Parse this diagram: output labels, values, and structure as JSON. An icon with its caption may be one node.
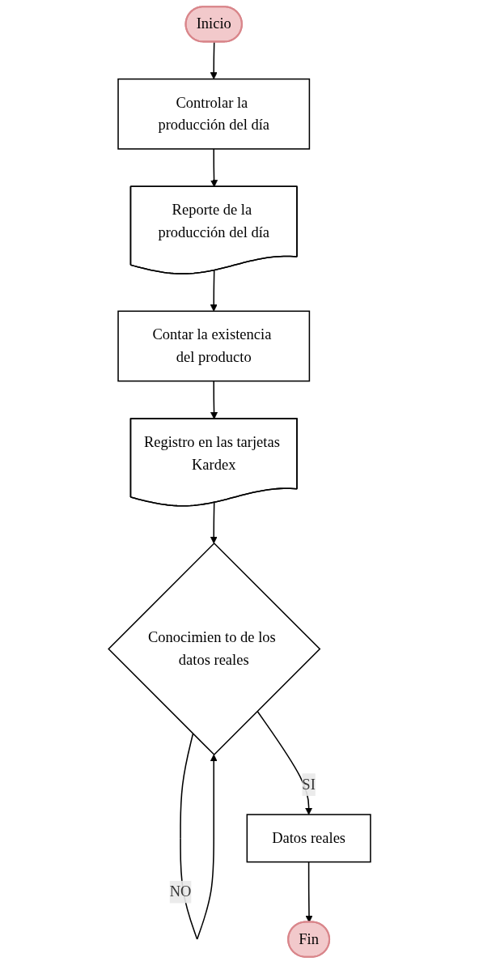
{
  "diagram": {
    "nodes": [
      {
        "text": [
          "Inicio"
        ]
      },
      {
        "text": [
          "Controlar la producción del día"
        ]
      },
      {
        "text": [
          "Reporte de la producción del día"
        ]
      },
      {
        "text": [
          "Contar la existencia del producto"
        ]
      },
      {
        "text": [
          "Registro en las tarjetas Kardex"
        ]
      },
      {
        "text": [
          "Conocimien to de los datos reales"
        ]
      },
      {
        "text": [
          "Datos reales"
        ]
      },
      {
        "text": [
          "Fin"
        ]
      }
    ],
    "edges": [
      {
        "from": 0,
        "to": 1,
        "arrow": "to"
      },
      {
        "from": 1,
        "to": 2,
        "arrow": "to"
      },
      {
        "from": 2,
        "to": 3,
        "arrow": "to"
      },
      {
        "from": 3,
        "to": 4,
        "arrow": "to"
      },
      {
        "from": 4,
        "to": 5,
        "arrow": "to"
      },
      {
        "from": 5,
        "to": 5,
        "label": "NO",
        "arrow": "to"
      },
      {
        "from": 5,
        "to": 6,
        "label": "SI",
        "arrow": "to"
      },
      {
        "from": 6,
        "to": 7,
        "arrow": "to"
      }
    ]
  }
}
